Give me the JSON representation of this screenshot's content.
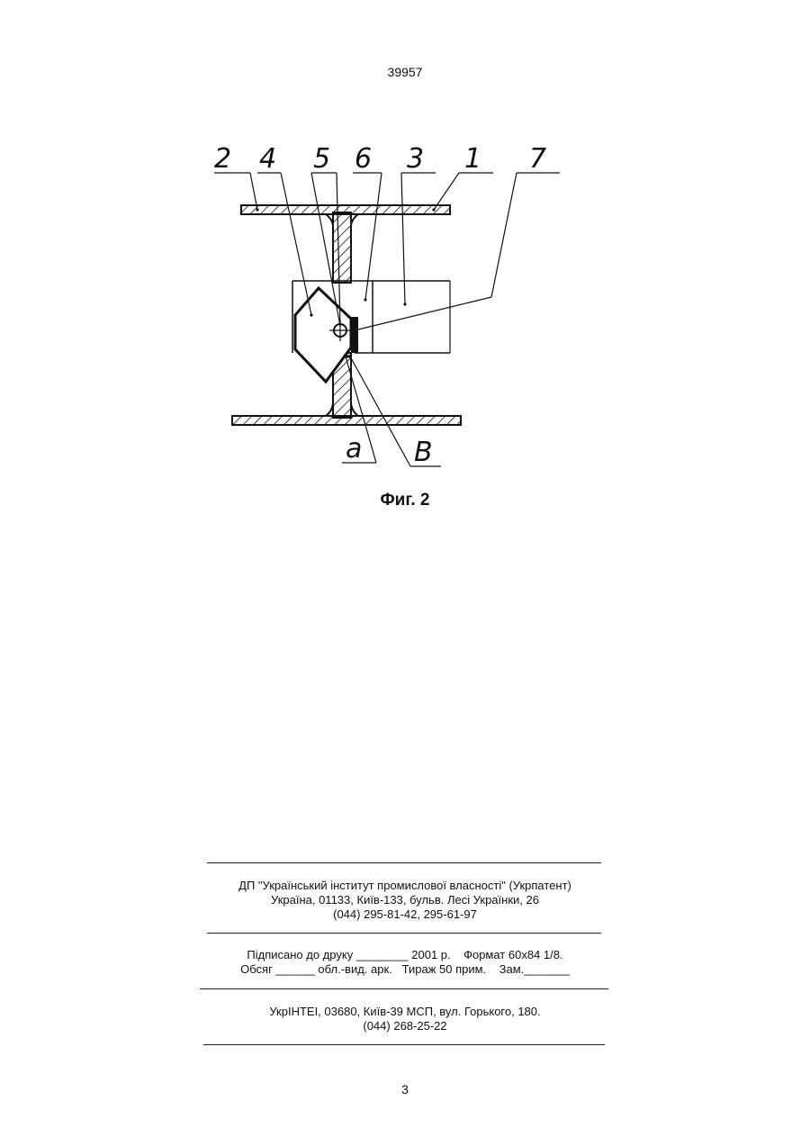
{
  "header": {
    "patent_number": "39957"
  },
  "figure": {
    "labels": {
      "l2": "2",
      "l4": "4",
      "l5": "5",
      "l6": "6",
      "l3": "3",
      "l1": "1",
      "l7": "7",
      "la": "a",
      "lb": "B"
    },
    "caption": "Фиг. 2"
  },
  "footer": {
    "publisher": {
      "line1": "ДП \"Український інститут промислової власності\" (Укрпатент)",
      "line2": "Україна, 01133, Київ-133, бульв. Лесі Українки, 26",
      "line3": "(044) 295-81-42, 295-61-97"
    },
    "print_info": {
      "line1": "Підписано до друку ________ 2001 р.    Формат 60x84 1/8.",
      "line2": "Обсяг ______ обл.-вид. арк.   Тираж 50 прим.    Зам._______"
    },
    "printer": {
      "line1": "УкрІНТЕІ, 03680, Київ-39 МСП, вул. Горького, 180.",
      "line2": "(044) 268-25-22"
    }
  },
  "page_number": "3"
}
